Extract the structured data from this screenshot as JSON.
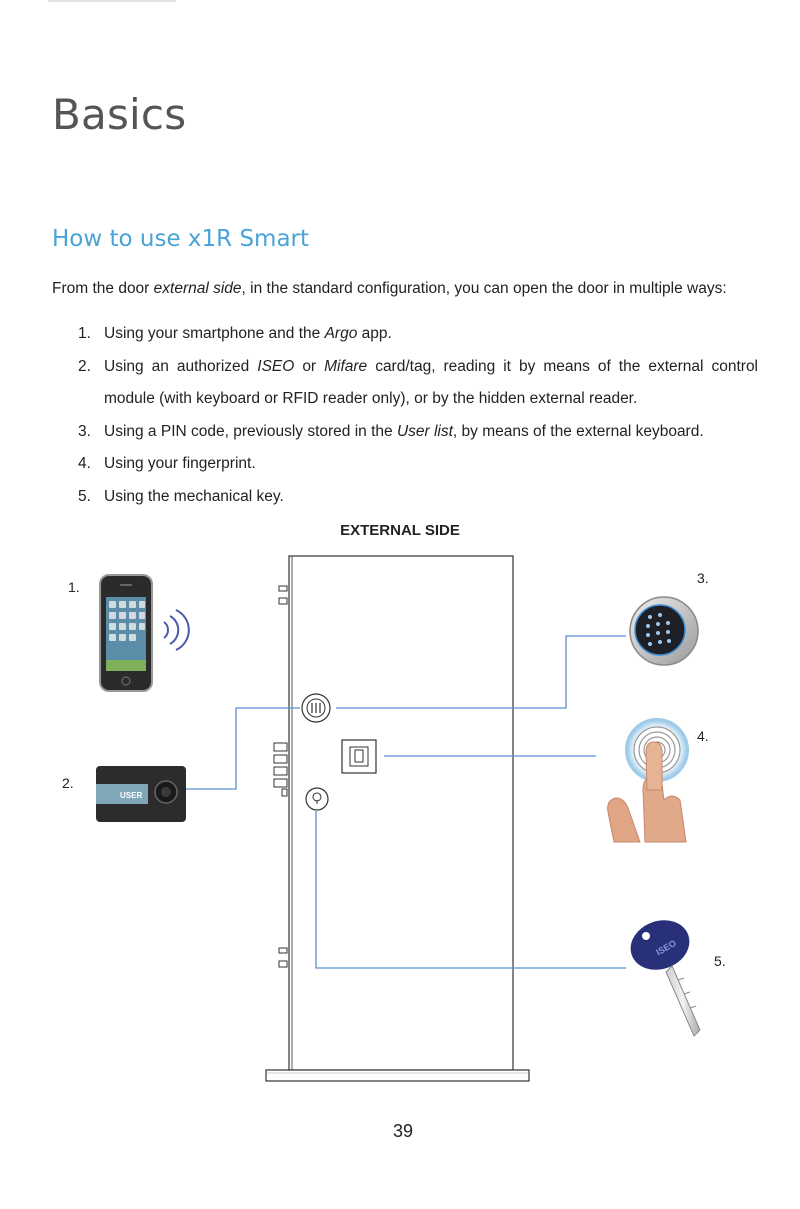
{
  "heading": "Basics",
  "subheading": "How to use x1R Smart",
  "intro": {
    "before": "From the door ",
    "em": "external side",
    "after": ", in the standard configuration, you can open the door in multiple ways:"
  },
  "methods": [
    {
      "num": "1.",
      "a": "Using your smartphone and the ",
      "em": "Argo",
      "b": " app."
    },
    {
      "num": "2.",
      "a": "Using an authorized ",
      "em": "ISEO",
      "b": " or ",
      "em2": "Mifare",
      "c": " card/tag, reading it by means of the external control module (with keyboard or RFID reader only), or by the hidden external reader."
    },
    {
      "num": "3.",
      "a": "Using a PIN code, previously stored in the ",
      "em": "User list",
      "b": ", by means of the external keyboard."
    },
    {
      "num": "4.",
      "a": "Using your fingerprint."
    },
    {
      "num": "5.",
      "a": "Using the mechanical key."
    }
  ],
  "figure": {
    "title": "EXTERNAL SIDE",
    "labels": [
      "1.",
      "2.",
      "3.",
      "4.",
      "5."
    ],
    "card_text": "USER",
    "key_text": "ISEO",
    "accent_color": "#5b8fd0"
  },
  "page_number": "39"
}
